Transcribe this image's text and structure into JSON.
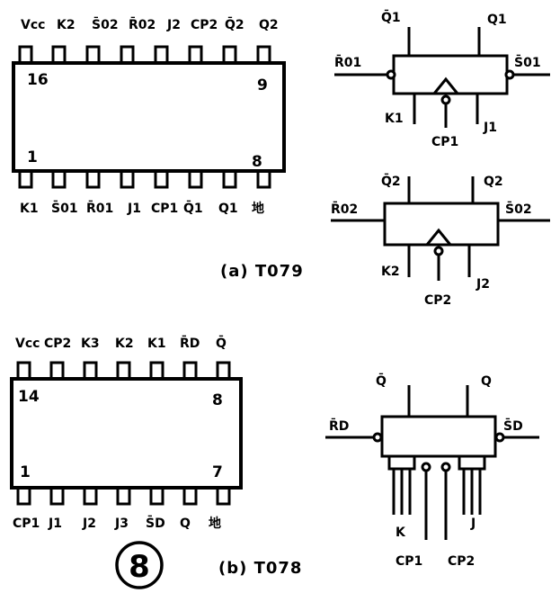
{
  "figure_number": "8",
  "chip_a": {
    "caption": "(a) T079",
    "top_pins": [
      "Vcc",
      "K2",
      "S̄02",
      "R̄02",
      "J2",
      "CP2",
      "Q̄2",
      "Q2"
    ],
    "bottom_pins": [
      "K1",
      "S̄01",
      "R̄01",
      "J1",
      "CP1",
      "Q̄1",
      "Q1",
      "地"
    ],
    "pin_numbers": {
      "top_left": "16",
      "top_right": "9",
      "bottom_left": "1",
      "bottom_right": "8"
    }
  },
  "chip_b": {
    "caption": "(b) T078",
    "top_pins": [
      "Vcc",
      "CP2",
      "K3",
      "K2",
      "K1",
      "R̄D",
      "Q̄"
    ],
    "bottom_pins": [
      "CP1",
      "J1",
      "J2",
      "J3",
      "S̄D",
      "Q",
      "地"
    ],
    "pin_numbers": {
      "top_left": "14",
      "top_right": "8",
      "bottom_left": "1",
      "bottom_right": "7"
    }
  },
  "ff1": {
    "qbar": "Q̄1",
    "q": "Q1",
    "rd": "R̄01",
    "sd": "S̄01",
    "k": "K1",
    "j": "J1",
    "cp": "CP1"
  },
  "ff2": {
    "qbar": "Q̄2",
    "q": "Q2",
    "rd": "R̄02",
    "sd": "S̄02",
    "k": "K2",
    "j": "J2",
    "cp": "CP2"
  },
  "ff3": {
    "qbar": "Q̄",
    "q": "Q",
    "rd": "R̄D",
    "sd": "S̄D",
    "k": "K",
    "j": "J",
    "cp1": "CP1",
    "cp2": "CP2"
  }
}
